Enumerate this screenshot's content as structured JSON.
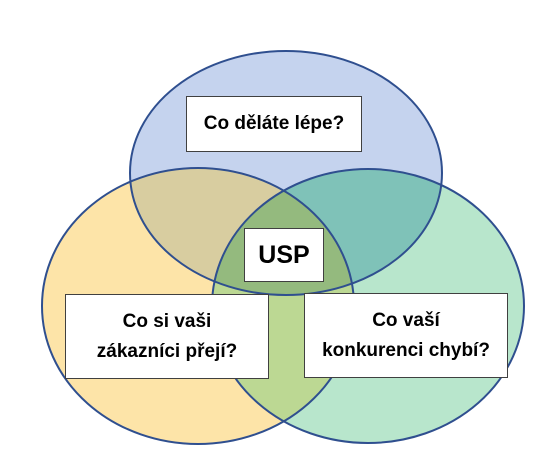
{
  "diagram": {
    "top_circle": {
      "label": "Co děláte lépe?",
      "fill": "#c5d3ee",
      "stroke": "#2f4f8f"
    },
    "left_circle": {
      "label": "Co si vaši\nzákazníci přejí?",
      "fill": "#fde4a8",
      "stroke": "#2f4f8f"
    },
    "right_circle": {
      "label": "Co vaší\nkonkurenci chybí?",
      "fill": "#b8e6cc",
      "stroke": "#2f4f8f"
    },
    "center": {
      "label": "USP"
    },
    "overlap_colors": {
      "top_left": "#d8cda0",
      "top_right": "#7fc2b8",
      "left_right": "#bcd893",
      "all": "#94ba7e"
    }
  }
}
